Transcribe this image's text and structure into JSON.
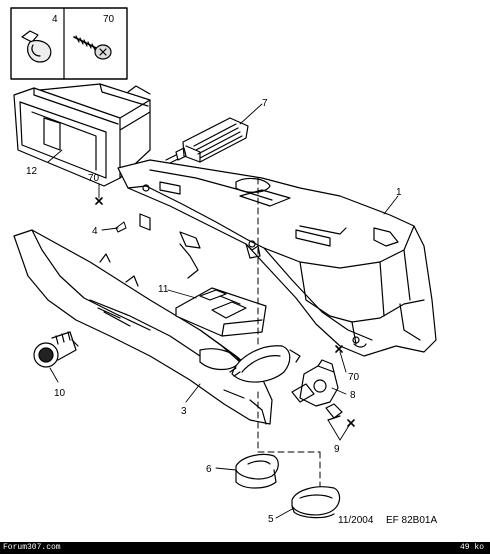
{
  "inset": {
    "left_number": "4",
    "right_number": "70"
  },
  "callouts": {
    "n1": "1",
    "n3": "3",
    "n4": "4",
    "n5": "5",
    "n6": "6",
    "n7": "7",
    "n8": "8",
    "n9": "9",
    "n10": "10",
    "n11": "11",
    "n12": "12",
    "n70a": "70",
    "n70b": "70"
  },
  "reference": {
    "date": "11/2004",
    "code": "EF 82B01A"
  },
  "footer": {
    "site": "Forum307.com",
    "size": "49 ko"
  }
}
